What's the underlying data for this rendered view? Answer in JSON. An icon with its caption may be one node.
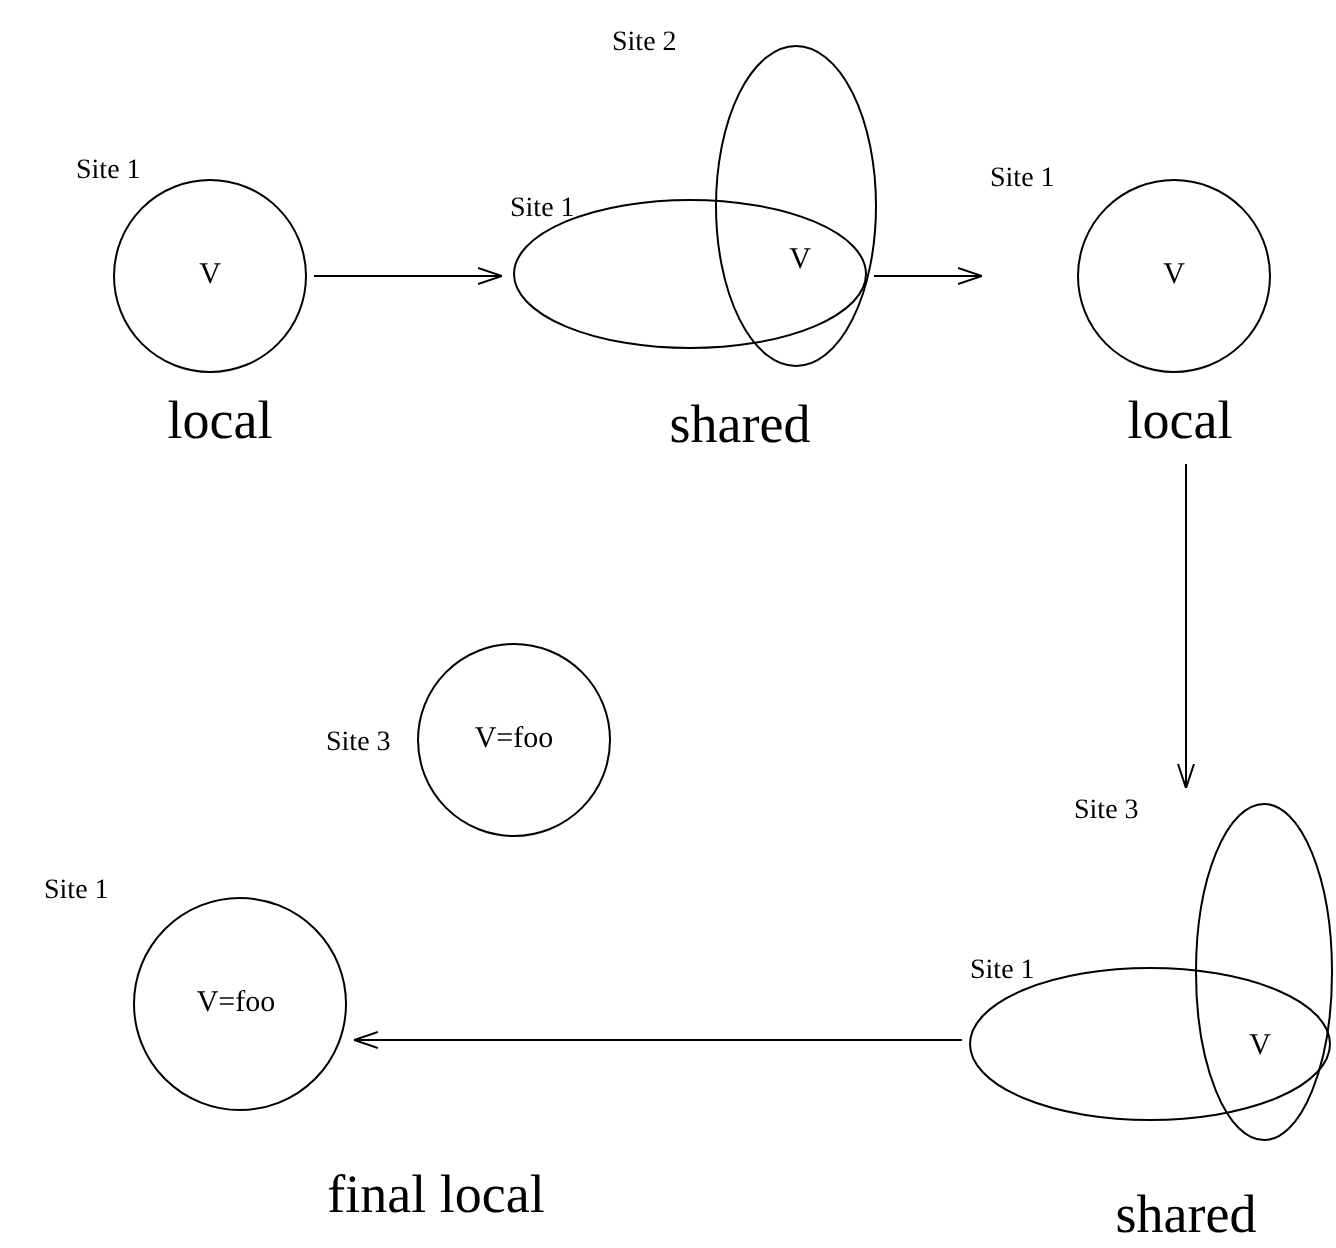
{
  "diagram": {
    "nodes": [
      {
        "text": [
          "Site 1",
          "V"
        ],
        "beside": [
          "local"
        ]
      },
      {
        "text": [
          "Site 1"
        ],
        "beside": [
          "shared"
        ]
      },
      {
        "text": [
          "Site 2"
        ]
      },
      {
        "text": [
          "Site 1",
          "V"
        ],
        "beside": [
          "local"
        ]
      },
      {
        "text": [
          "Site 1"
        ],
        "beside": [
          "shared"
        ]
      },
      {
        "text": [
          "Site 3"
        ]
      },
      {
        "text": [
          "Site 3",
          "V=foo"
        ]
      },
      {
        "text": [
          "Site 1",
          "V=foo"
        ]
      }
    ],
    "edges": [
      {
        "from": 0,
        "to": 1,
        "arrow": "to"
      },
      {
        "from": 1,
        "to": 3,
        "arrow": "to"
      },
      {
        "from": 3,
        "to": 5,
        "arrow": "to"
      },
      {
        "from": 4,
        "to": 7,
        "arrow": "to"
      }
    ],
    "labels": [
      "V",
      "V",
      "final local"
    ]
  }
}
